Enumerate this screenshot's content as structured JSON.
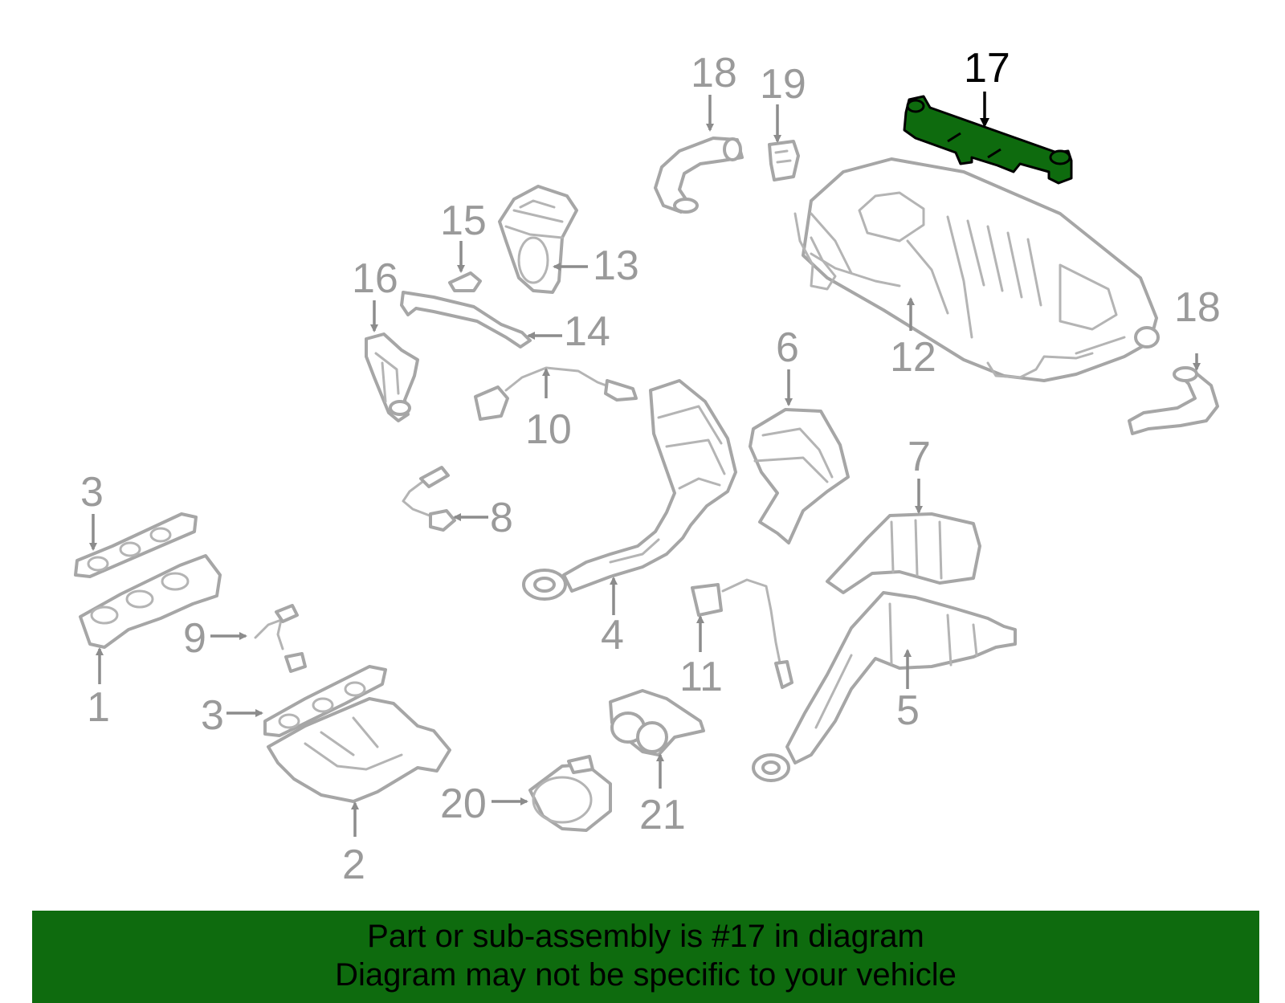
{
  "diagram": {
    "highlighted_part": "17",
    "highlight_color": "#0e6b0e",
    "labels": {
      "p1": "1",
      "p2": "2",
      "p3a": "3",
      "p3b": "3",
      "p4": "4",
      "p5": "5",
      "p6": "6",
      "p7": "7",
      "p8": "8",
      "p9": "9",
      "p10": "10",
      "p11": "11",
      "p12": "12",
      "p13": "13",
      "p14": "14",
      "p15": "15",
      "p16": "16",
      "p17": "17",
      "p18a": "18",
      "p18b": "18",
      "p19": "19",
      "p20": "20",
      "p21": "21"
    }
  },
  "banner": {
    "line1": "Part or sub-assembly is #17 in diagram",
    "line2": "Diagram may not be specific to your vehicle",
    "background": "#0e6b0e"
  }
}
